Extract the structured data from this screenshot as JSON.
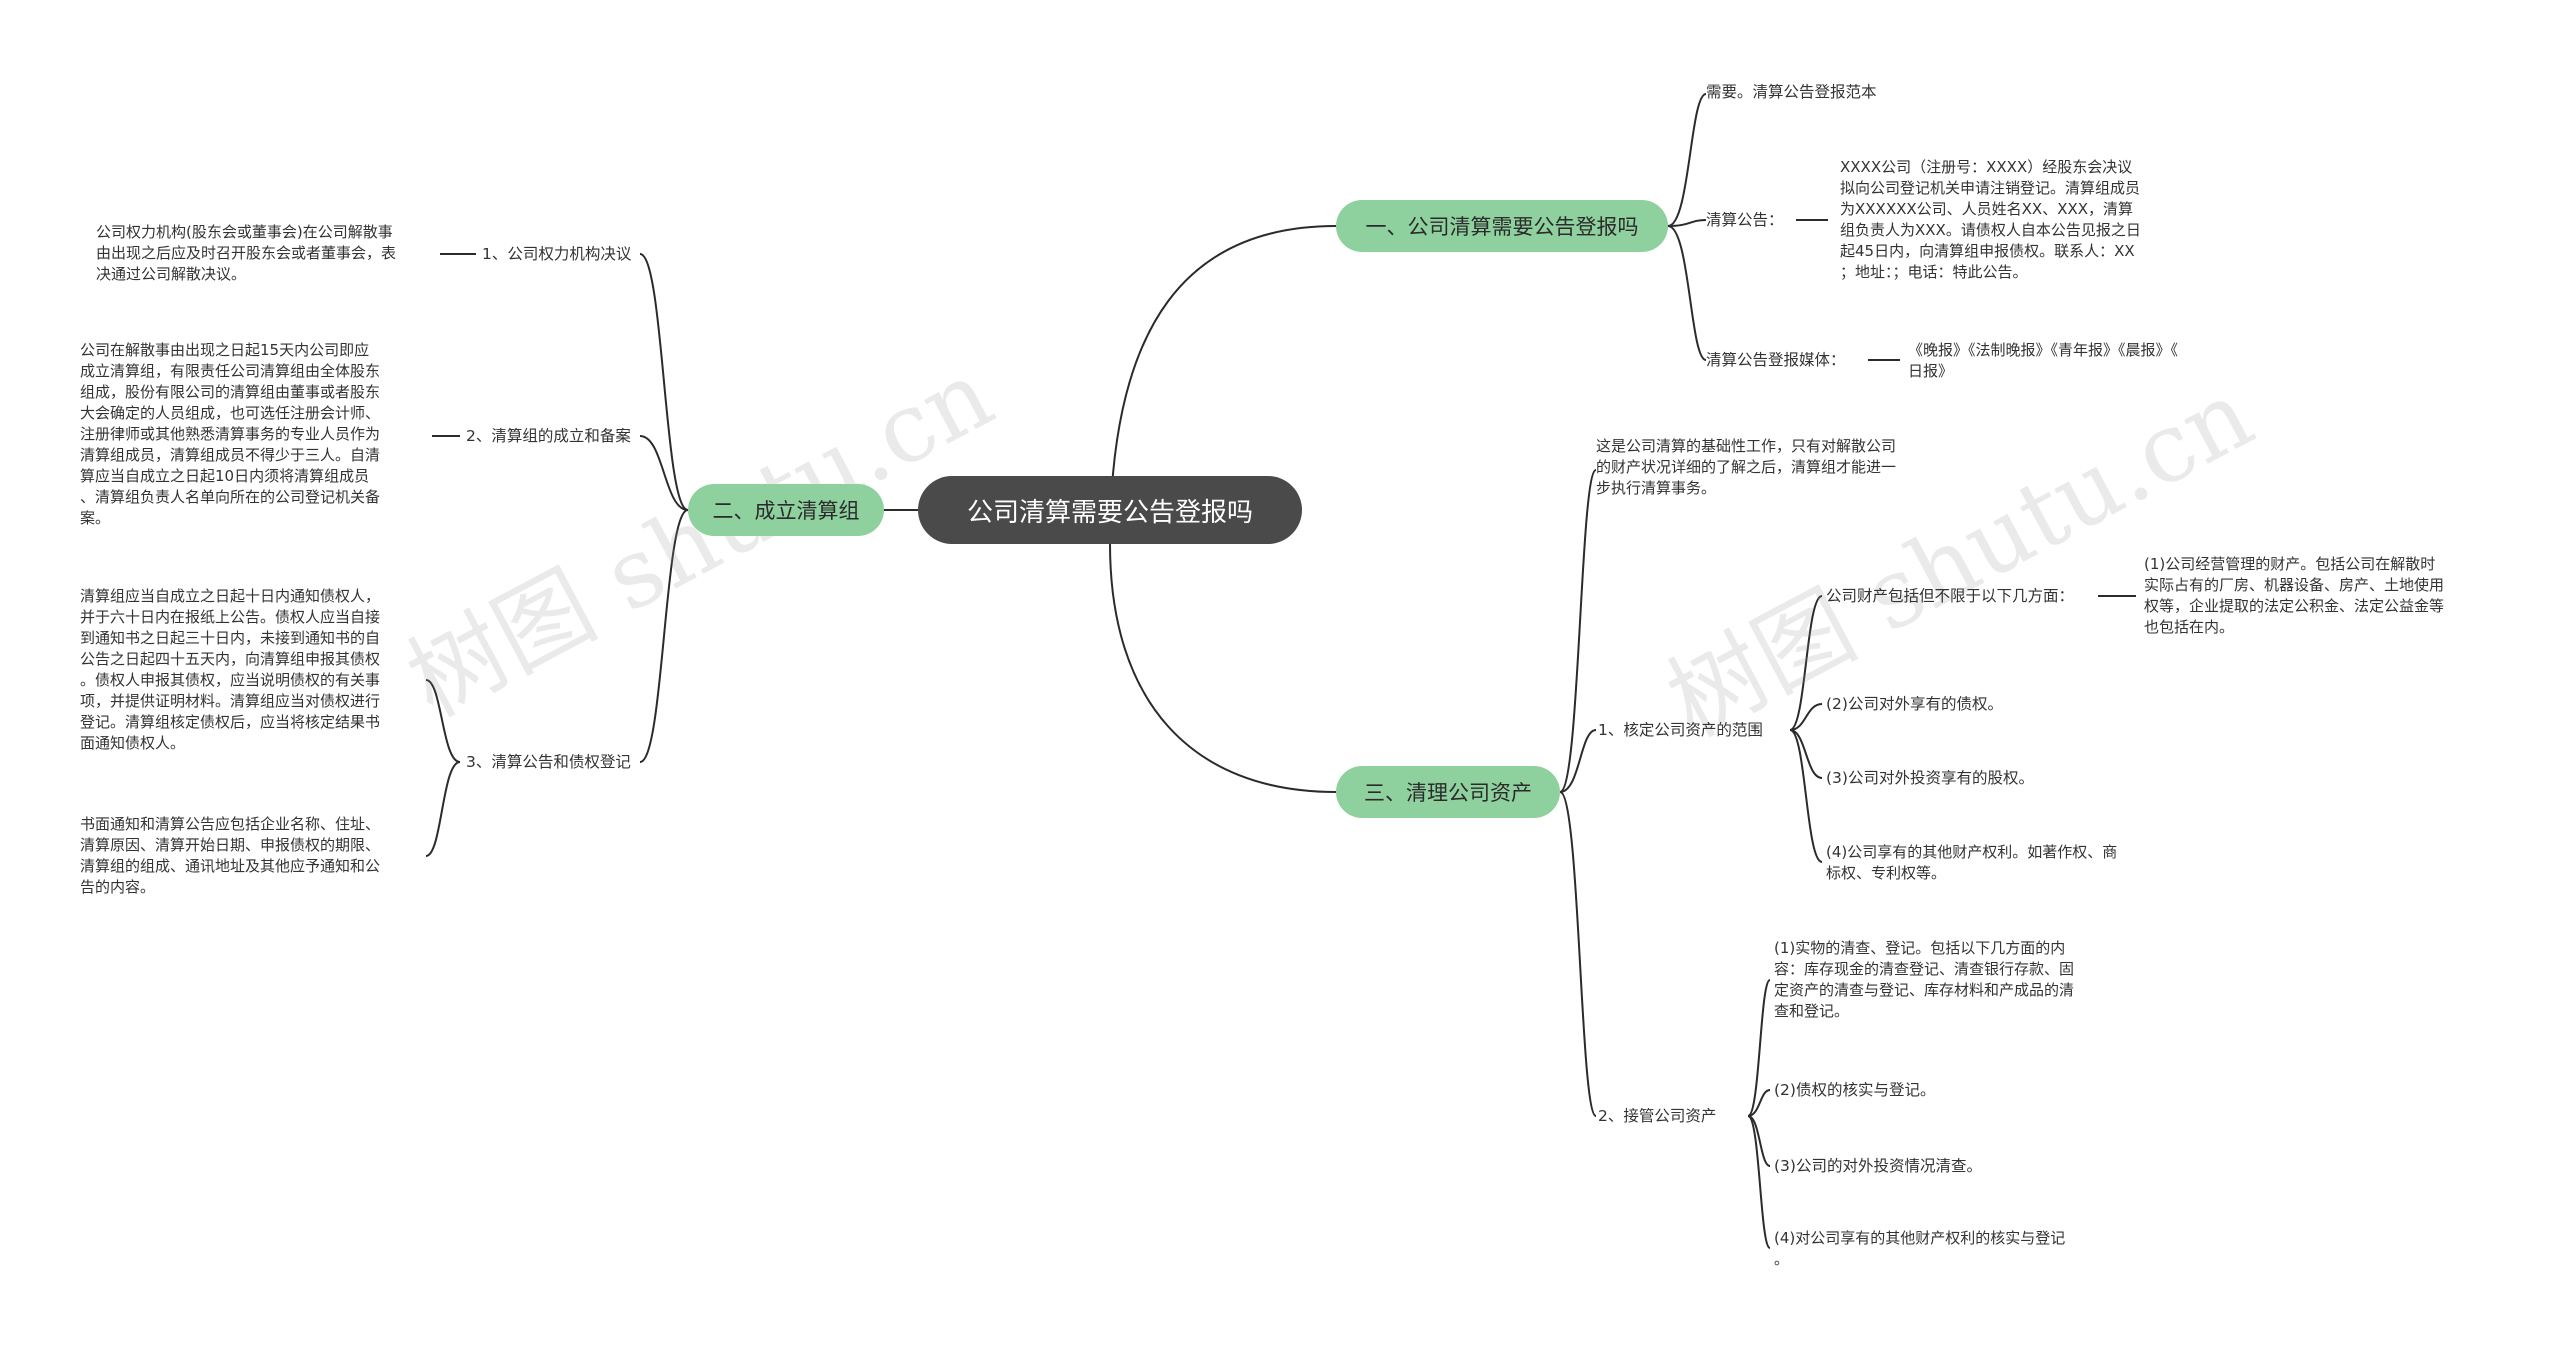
{
  "watermark": "树图 shutu.cn",
  "root": "公司清算需要公告登报吗",
  "branch1": {
    "label": "一、公司清算需要公告登报吗",
    "answer": "需要。清算公告登报范本",
    "notice": {
      "label": "清算公告：",
      "lines": [
        "XXXX公司（注册号：XXXX）经股东会决议",
        "拟向公司登记机关申请注销登记。清算组成员",
        "为XXXXXX公司、人员姓名XX、XXX，清算",
        "组负责人为XXX。请债权人自本公告见报之日",
        "起45日内，向清算组申报债权。联系人：XX",
        "；地址：；电话：特此公告。"
      ]
    },
    "media": {
      "label": "清算公告登报媒体：",
      "lines": [
        "《晚报》《法制晚报》《青年报》《晨报》《",
        "日报》"
      ]
    }
  },
  "branch2": {
    "label": "二、成立清算组",
    "sub1": {
      "label": "1、公司权力机构决议",
      "lines": [
        "公司权力机构(股东会或董事会)在公司解散事",
        "由出现之后应及时召开股东会或者董事会，表",
        "决通过公司解散决议。"
      ]
    },
    "sub2": {
      "label": "2、清算组的成立和备案",
      "lines": [
        "公司在解散事由出现之日起15天内公司即应",
        "成立清算组，有限责任公司清算组由全体股东",
        "组成，股份有限公司的清算组由董事或者股东",
        "大会确定的人员组成，也可选任注册会计师、",
        "注册律师或其他熟悉清算事务的专业人员作为",
        "清算组成员，清算组成员不得少于三人。自清",
        "算应当自成立之日起10日内须将清算组成员",
        "、清算组负责人名单向所在的公司登记机关备",
        "案。"
      ]
    },
    "sub3": {
      "label": "3、清算公告和债权登记",
      "para1": [
        "清算组应当自成立之日起十日内通知债权人，",
        "并于六十日内在报纸上公告。债权人应当自接",
        "到通知书之日起三十日内，未接到通知书的自",
        "公告之日起四十五天内，向清算组申报其债权",
        "。债权人申报其债权，应当说明债权的有关事",
        "项，并提供证明材料。清算组应当对债权进行",
        "登记。清算组核定债权后，应当将核定结果书",
        "面通知债权人。"
      ],
      "para2": [
        "书面通知和清算公告应包括企业名称、住址、",
        "清算原因、清算开始日期、申报债权的期限、",
        "清算组的组成、通讯地址及其他应予通知和公",
        "告的内容。"
      ]
    }
  },
  "branch3": {
    "label": "三、清理公司资产",
    "intro": [
      "这是公司清算的基础性工作，只有对解散公司",
      "的财产状况详细的了解之后，清算组才能进一",
      "步执行清算事务。"
    ],
    "scope": {
      "label": "1、核定公司资产的范围",
      "includes": {
        "label": "公司财产包括但不限于以下几方面：",
        "lines": [
          "(1)公司经营管理的财产。包括公司在解散时",
          "实际占有的厂房、机器设备、房产、土地使用",
          "权等，企业提取的法定公积金、法定公益金等",
          "也包括在内。"
        ]
      },
      "item2": "(2)公司对外享有的债权。",
      "item3": "(3)公司对外投资享有的股权。",
      "item4": [
        "(4)公司享有的其他财产权利。如著作权、商",
        "标权、专利权等。"
      ]
    },
    "takeover": {
      "label": "2、接管公司资产",
      "item1": [
        "(1)实物的清查、登记。包括以下几方面的内",
        "容：库存现金的清查登记、清查银行存款、固",
        "定资产的清查与登记、库存材料和产成品的清",
        "查和登记。"
      ],
      "item2": "(2)债权的核实与登记。",
      "item3": "(3)公司的对外投资情况清查。",
      "item4": [
        "(4)对公司享有的其他财产权利的核实与登记",
        "。"
      ]
    }
  }
}
